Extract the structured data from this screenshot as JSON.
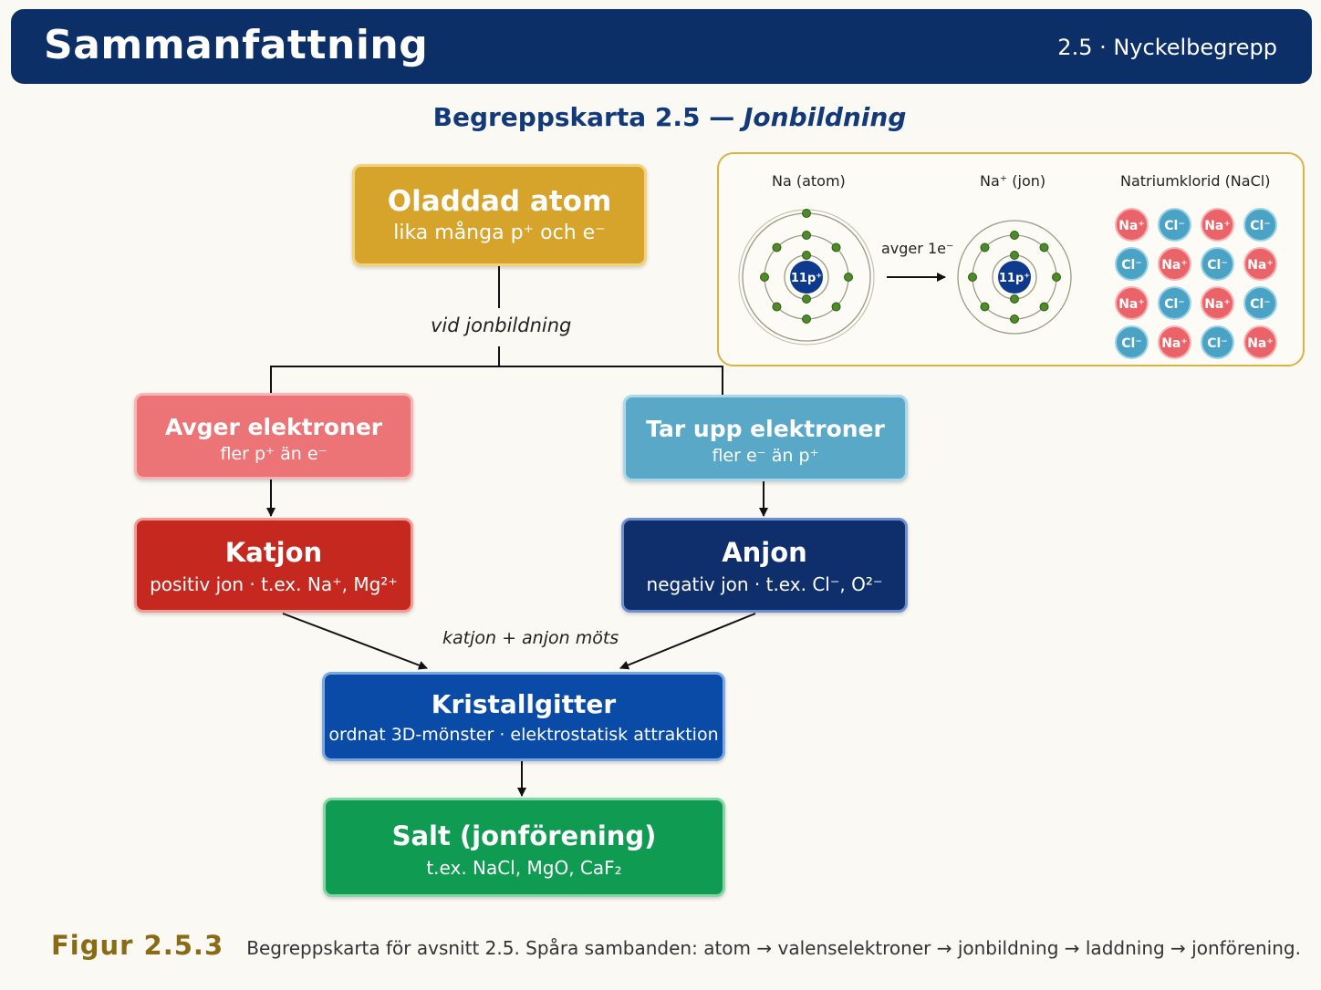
{
  "header": {
    "title": "Sammanfattning",
    "section": "2.5 · Nyckelbegrepp"
  },
  "map_title": {
    "main": "Begreppskarta 2.5 —",
    "italic": "Jonbildning"
  },
  "nodes": {
    "oladdad": {
      "title": "Oladdad atom",
      "sub": "lika många p⁺ och e⁻"
    },
    "avger": {
      "title": "Avger elektroner",
      "sub": "fler p⁺ än e⁻"
    },
    "tar": {
      "title": "Tar upp elektroner",
      "sub": "fler e⁻ än p⁺"
    },
    "katjon": {
      "title": "Katjon",
      "sub": "positiv jon · t.ex. Na⁺, Mg²⁺"
    },
    "anjon": {
      "title": "Anjon",
      "sub": "negativ jon · t.ex. Cl⁻, O²⁻"
    },
    "kristall": {
      "title": "Kristallgitter",
      "sub": "ordnat 3D-mönster · elektrostatisk attraktion"
    },
    "salt": {
      "title": "Salt (jonförening)",
      "sub": "t.ex. NaCl, MgO, CaF₂"
    }
  },
  "edge_labels": {
    "vid": "vid jonbildning",
    "moets": "katjon + anjon möts"
  },
  "panel": {
    "atom_label": "Na (atom)",
    "jon_label": "Na⁺ (jon)",
    "nacl_label": "Natriumklorid (NaCl)",
    "avger_label": "avger 1e⁻",
    "nucleus_label": "11p⁺",
    "atom_shell_electrons": [
      2,
      8,
      1
    ],
    "jon_shell_electrons": [
      2,
      8
    ],
    "lattice_rows": [
      [
        "Na⁺",
        "Cl⁻",
        "Na⁺",
        "Cl⁻"
      ],
      [
        "Cl⁻",
        "Na⁺",
        "Cl⁻",
        "Na⁺"
      ],
      [
        "Na⁺",
        "Cl⁻",
        "Na⁺",
        "Cl⁻"
      ],
      [
        "Cl⁻",
        "Na⁺",
        "Cl⁻",
        "Na⁺"
      ]
    ]
  },
  "caption": {
    "figure": "Figur 2.5.3",
    "text": "Begreppskarta för avsnitt 2.5. Spåra sambanden: atom → valenselektroner → jonbildning → laddning → jonförening."
  },
  "colors": {
    "header_bg": "#0d2f68",
    "na_ion": "#ea6369",
    "cl_ion": "#4aa3c4",
    "electron": "#4e8a2a",
    "nucleus": "#0d3a8c"
  }
}
